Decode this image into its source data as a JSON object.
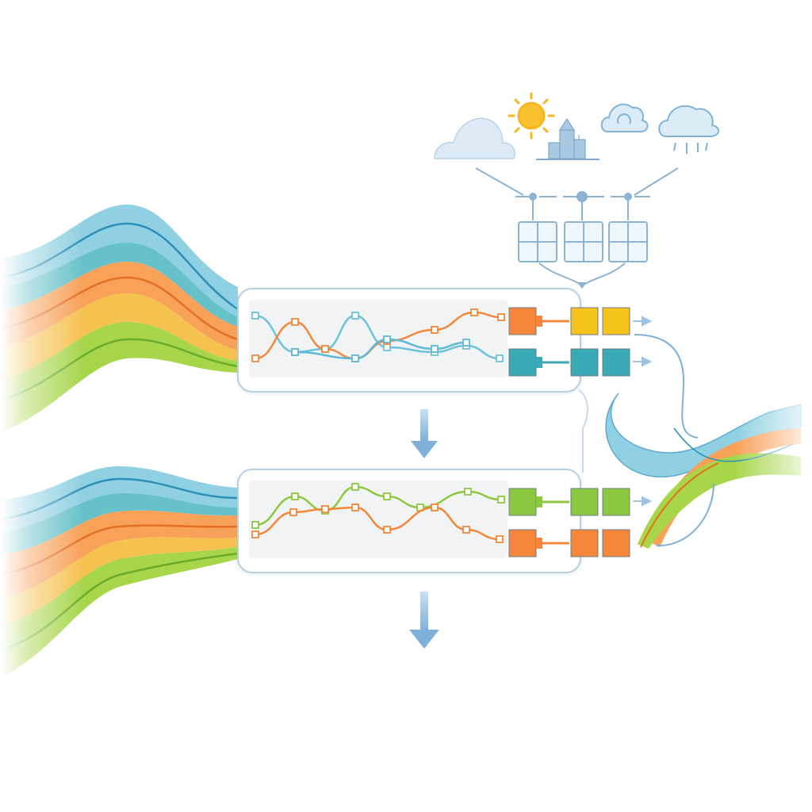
{
  "diagram": {
    "colors": {
      "blue": "#6cc2dc",
      "teal": "#3aaab6",
      "orange": "#f4873a",
      "yellow": "#f6c21c",
      "green": "#8cc83f",
      "outline": "#7aa6c8",
      "panel_fill": "#f2f3f4"
    },
    "weather_icons": [
      "cloud-icon",
      "sun-icon",
      "factory-icon",
      "cloud-recycle-icon",
      "rain-cloud-icon"
    ],
    "sensor_grids": 3,
    "panels": [
      {
        "name": "upper-panel",
        "series": [
          "blue",
          "orange"
        ],
        "output_blocks": [
          {
            "color": "orange"
          },
          {
            "color": "yellow"
          },
          {
            "color": "yellow"
          },
          {
            "color": "teal"
          },
          {
            "color": "teal"
          },
          {
            "color": "teal"
          }
        ]
      },
      {
        "name": "lower-panel",
        "series": [
          "green",
          "orange"
        ],
        "output_blocks": [
          {
            "color": "green"
          },
          {
            "color": "green"
          },
          {
            "color": "green"
          },
          {
            "color": "orange"
          },
          {
            "color": "orange"
          },
          {
            "color": "orange"
          }
        ]
      }
    ],
    "input_streams": 2,
    "output_stream": 1
  }
}
